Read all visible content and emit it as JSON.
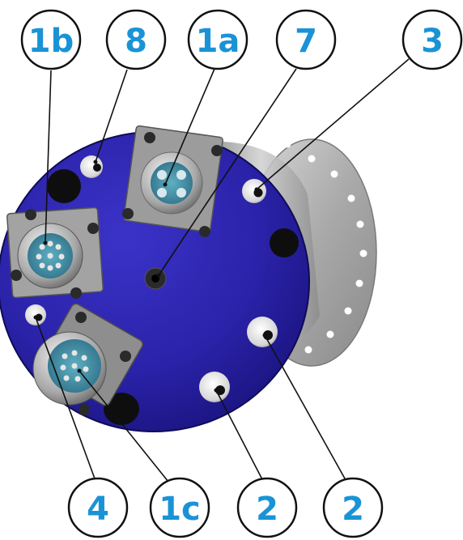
{
  "diagram": {
    "colors": {
      "body_blue": "#2a22a8",
      "flange_grey": "#b9b9b9",
      "label_blue": "#1a93d6",
      "leader_black": "#111111"
    },
    "callouts": {
      "c1b": "1b",
      "c8": "8",
      "c1a": "1a",
      "c7": "7",
      "c3": "3",
      "c4": "4",
      "c1c": "1c",
      "c2a": "2",
      "c2b": "2"
    }
  }
}
